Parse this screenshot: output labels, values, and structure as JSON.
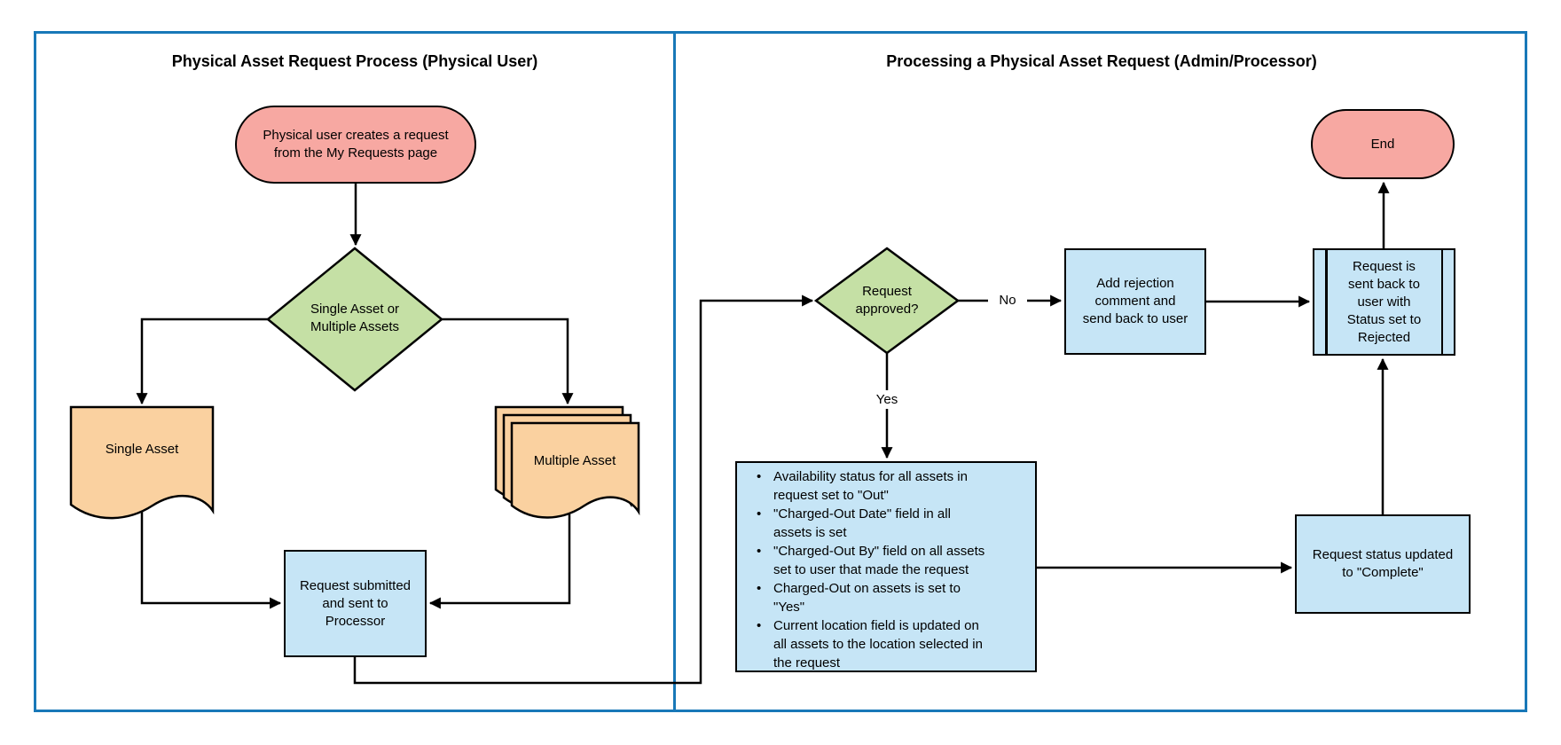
{
  "colors": {
    "panel_border": "#1878b8",
    "terminator_fill": "#f7a8a2",
    "decision_fill": "#c5e0a5",
    "document_fill": "#fad1a0",
    "process_fill": "#c6e5f6",
    "stroke": "#000000"
  },
  "left_panel": {
    "title": "Physical Asset Request Process (Physical User)",
    "start_terminator": "Physical user creates a request\nfrom the My Requests page",
    "asset_decision": "Single Asset or\nMultiple Assets",
    "single_asset_document": "Single Asset",
    "multiple_asset_document": "Multiple Asset",
    "submit_process": "Request submitted\nand sent to\nProcessor"
  },
  "right_panel": {
    "title": "Processing a Physical Asset Request (Admin/Processor)",
    "approval_decision": "Request\napproved?",
    "no_label": "No",
    "yes_label": "Yes",
    "add_rejection_process": "Add rejection\ncomment and\nsend back to user",
    "sent_back_predefined": "Request is\nsent back to\nuser with\nStatus set to\nRejected",
    "end_terminator": "End",
    "yes_actions_bullets": [
      "Availability status for all assets in\nrequest set to \"Out\"",
      "\"Charged-Out Date\" field in all\nassets is set",
      "\"Charged-Out By\" field on all assets\nset to user that made the request",
      "Charged-Out on assets is set to\n\"Yes\"",
      "Current location field is updated on\nall assets to the location selected in\nthe request"
    ],
    "complete_process": "Request status updated\nto \"Complete\""
  }
}
